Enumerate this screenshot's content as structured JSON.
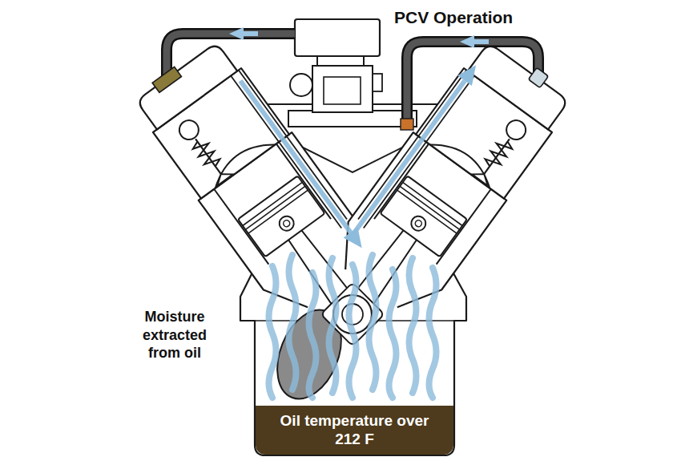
{
  "diagram": {
    "title": "PCV Operation",
    "nodes": [
      {
        "text": [
          "Oil temperature over 212 F"
        ]
      }
    ],
    "labels": [
      "Moisture extracted from oil"
    ]
  }
}
